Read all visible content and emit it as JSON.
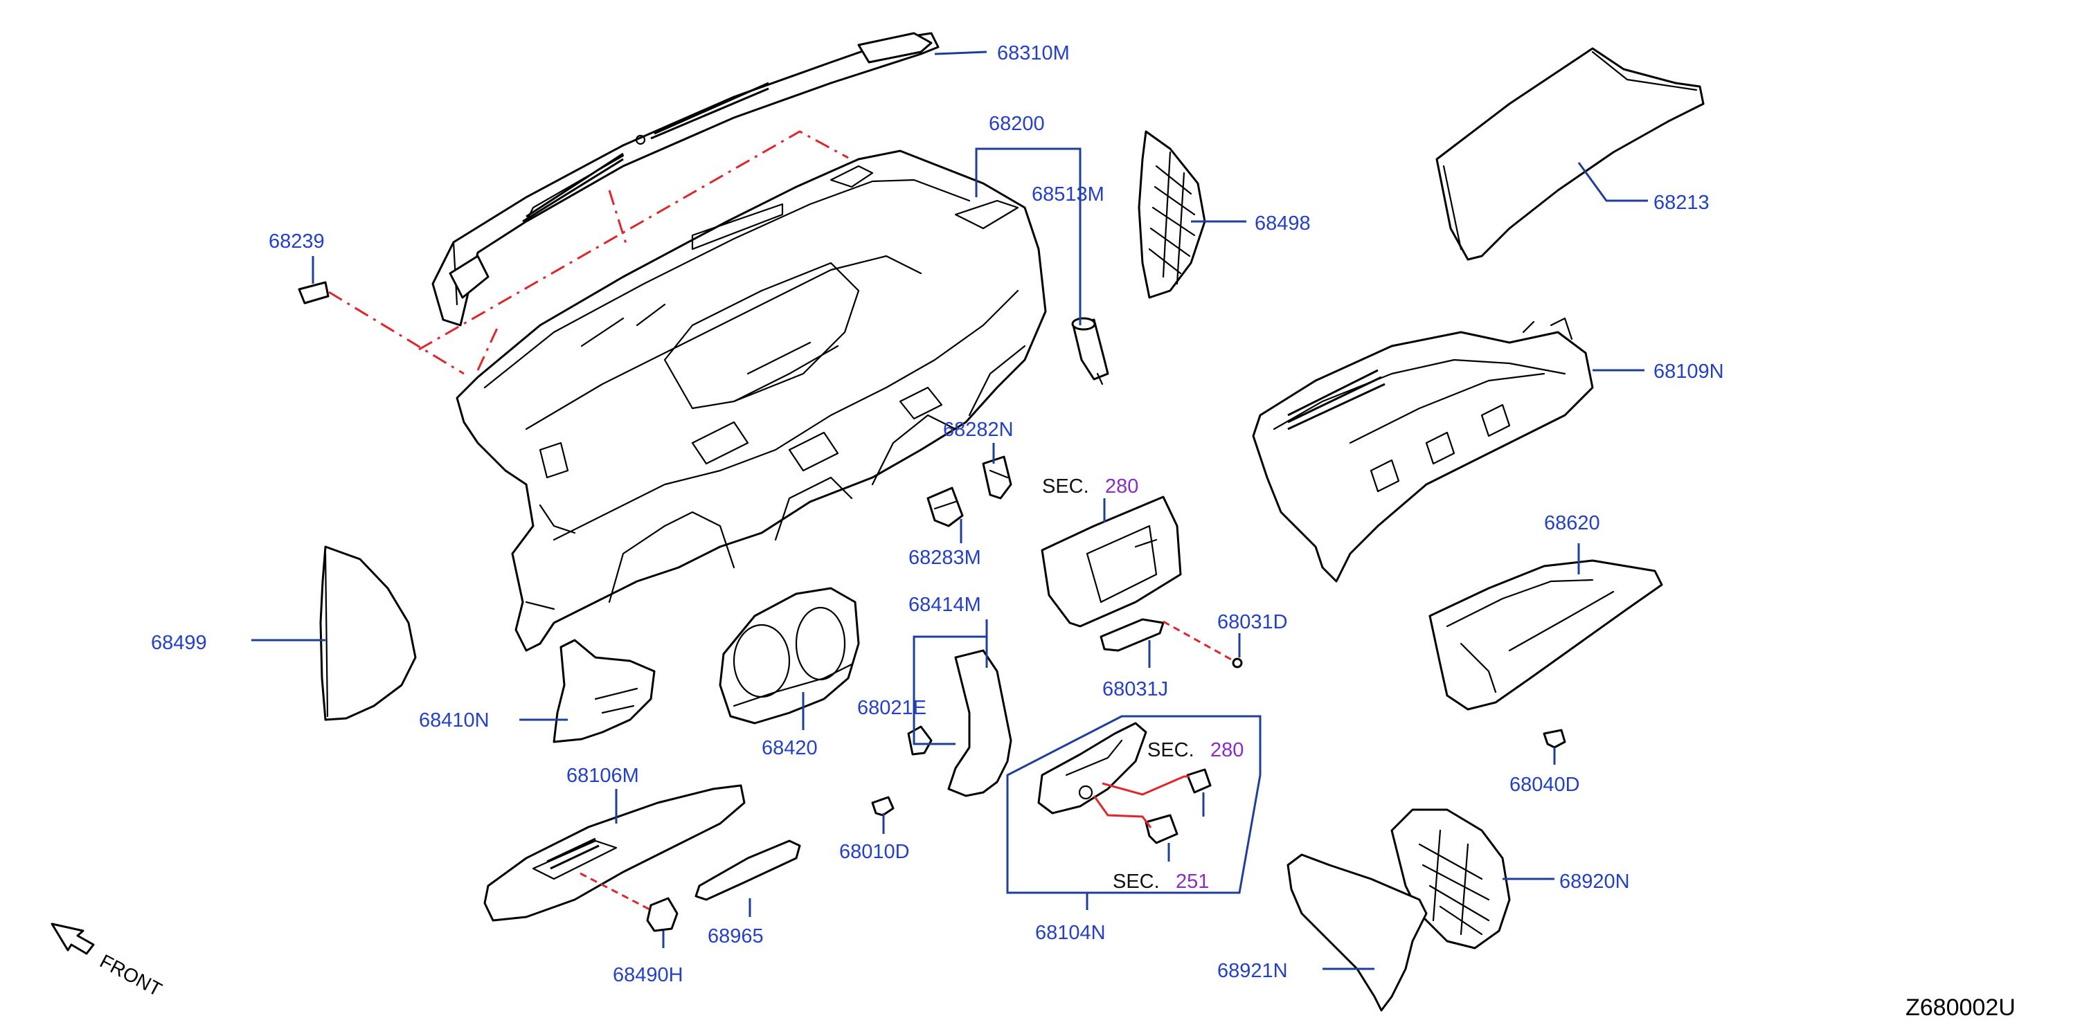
{
  "labels": {
    "l68310M": "68310M",
    "l68200": "68200",
    "l68513M": "68513M",
    "l68498": "68498",
    "l68213": "68213",
    "l68239": "68239",
    "l68109N": "68109N",
    "l68282N": "68282N",
    "l68283M": "68283M",
    "l68620": "68620",
    "l68031D": "68031D",
    "l68031J": "68031J",
    "l68499": "68499",
    "l68414M": "68414M",
    "l68410N": "68410N",
    "l68420": "68420",
    "l68021E": "68021E",
    "l68106M": "68106M",
    "l68010D": "68010D",
    "l68040D": "68040D",
    "l68920N": "68920N",
    "l68965": "68965",
    "l68104N": "68104N",
    "l68490H": "68490H",
    "l68921N": "68921N"
  },
  "sections": {
    "a": {
      "prefix": "SEC.",
      "number": "280"
    },
    "b": {
      "prefix": "SEC.",
      "number": "280"
    },
    "c": {
      "prefix": "SEC.",
      "number": "251"
    }
  },
  "front_label": "FRONT",
  "diagram_code": "Z680002U",
  "colors": {
    "label": "#2340c8",
    "leader": "#1d3f9b",
    "section_number": "#8a2bc8",
    "dash": "#e0262a"
  }
}
